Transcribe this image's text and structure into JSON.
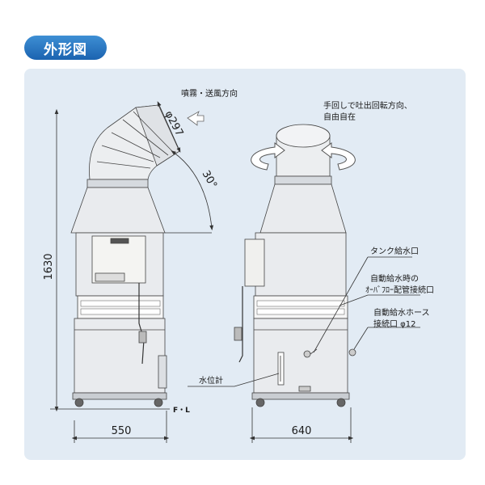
{
  "header": {
    "title": "外形図"
  },
  "dimensions": {
    "height": "1630",
    "width_left": "550",
    "width_right": "640",
    "duct_diameter": "φ297",
    "angle": "30°"
  },
  "labels": {
    "spray_direction": "噴霧・送風方向",
    "rotation_note_1": "手回しで吐出回転方向、",
    "rotation_note_2": "自由自在",
    "tank_inlet": "タンク給水口",
    "overflow_1": "自動給水時の",
    "overflow_2": "ｵｰﾊﾞﾌﾛｰ配管接続口",
    "hose_1": "自動給水ホース",
    "hose_2": "接続口 φ12",
    "water_gauge": "水位計",
    "floor_line": "F・L"
  },
  "colors": {
    "header_bg": "#1e6bb8",
    "panel_bg": "#e2ebf4",
    "line": "#333333",
    "metal": "#e8eaec",
    "vent": "#ffffff"
  }
}
